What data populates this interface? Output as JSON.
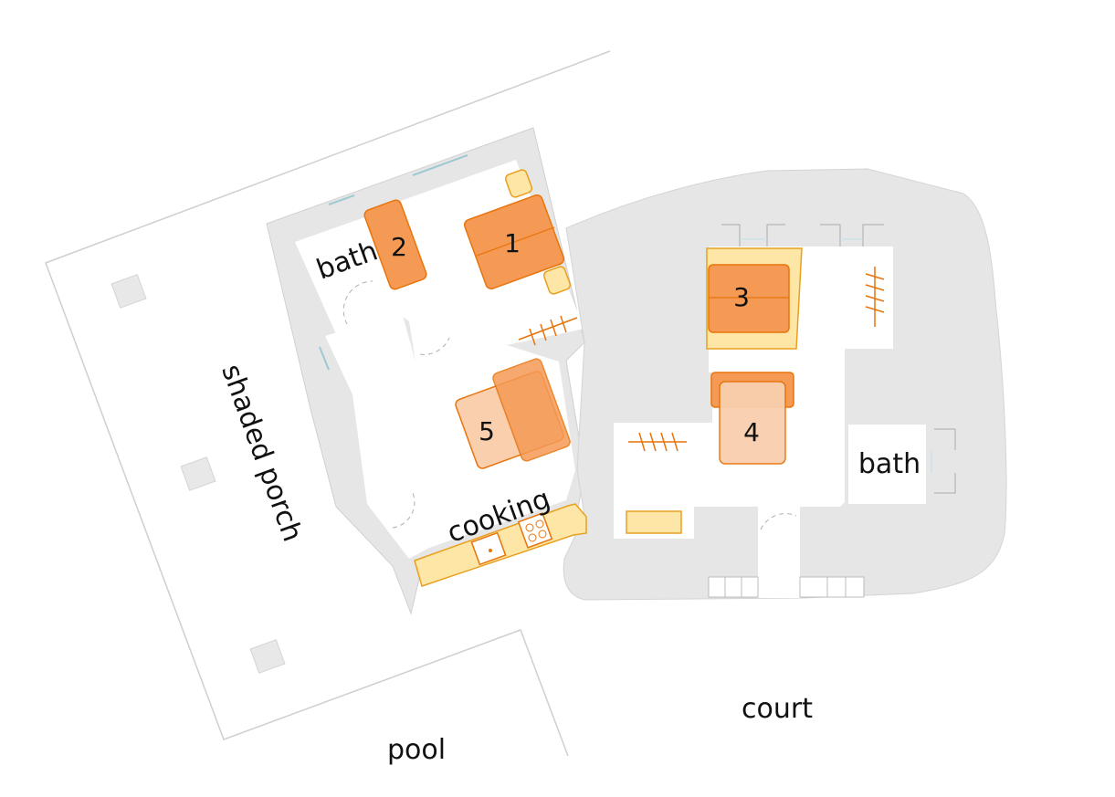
{
  "labels": {
    "shaded_porch": "shaded porch",
    "bath_left": "bath",
    "bath_right": "bath",
    "cooking": "cooking",
    "pool": "pool",
    "court": "court"
  },
  "beds": {
    "bed_1": "1",
    "bed_2": "2",
    "bed_3": "3",
    "bed_4": "4",
    "bed_5": "5"
  },
  "colors": {
    "wall": "#e6e6e6",
    "wall_stroke": "#c8c8c8",
    "bed_dark": "#f4a261",
    "bed_dark_fill": "#f59a55",
    "bed_light": "#f9cfae",
    "bed_stroke": "#e8740c",
    "furniture_yellow": "#fde6a6",
    "outline": "#d0d0d0",
    "window": "#bfe3ea"
  }
}
